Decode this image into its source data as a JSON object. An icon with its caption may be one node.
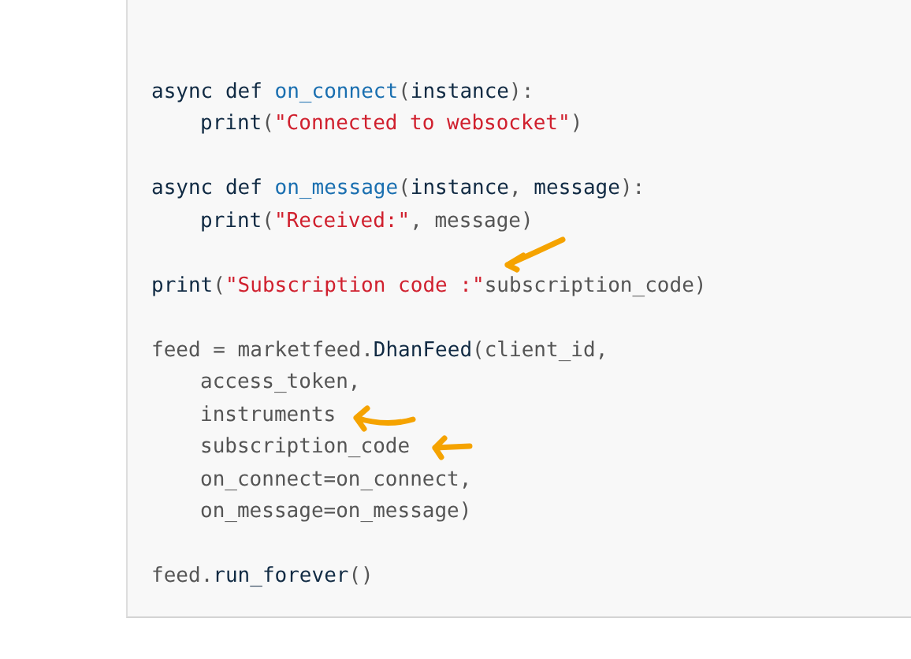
{
  "diagram": {
    "labels": [
      "async def on_connect(instance):",
      "print(\"Connected to websocket\")",
      "async def on_message(instance, message):",
      "print(\"Received:\", message)",
      "print(\"Subscription code :\"subscription_code)",
      "feed = marketfeed.DhanFeed(client_id,",
      "access_token,",
      "instruments",
      "subscription_code",
      "on_connect=on_connect,",
      "on_message=on_message)",
      "feed.run_forever()"
    ]
  }
}
